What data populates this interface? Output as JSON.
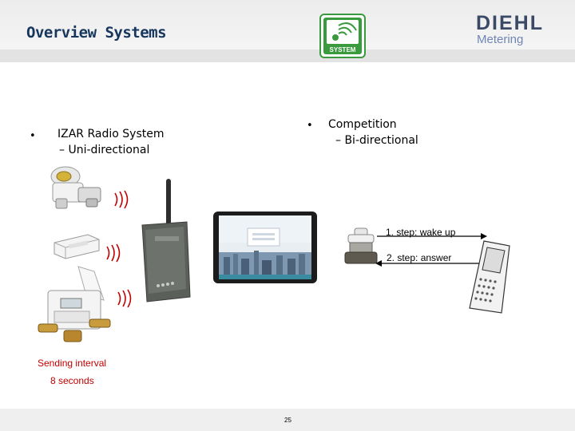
{
  "slide": {
    "title": "Overview Systems",
    "logo_badge": "SYSTEM",
    "brand": {
      "name": "DIEHL",
      "sub": "Metering"
    },
    "page_number": "25"
  },
  "left_column": {
    "bullet_symbol": "•",
    "heading": "IZAR Radio System",
    "sub_item": "– Uni-directional",
    "sending_interval_label": "Sending interval",
    "sending_interval_value": "8 seconds"
  },
  "right_column": {
    "bullet_symbol": "•",
    "heading": "Competition",
    "sub_item": "– Bi-directional",
    "step1": "1. step: wake up",
    "step2": "2. step: answer"
  },
  "colors": {
    "title": "#17365d",
    "brand": "#3a4a66",
    "brand_sub": "#6f86b6",
    "radio_waves": "#c00000",
    "logo_green": "#3a9a3e"
  },
  "icons": [
    "system-logo-icon",
    "water-meter-icon",
    "heat-meter-icon",
    "gateway-device-icon",
    "tablet-software-icon",
    "meter-module-icon",
    "handheld-reader-icon",
    "radio-wave-icon"
  ]
}
